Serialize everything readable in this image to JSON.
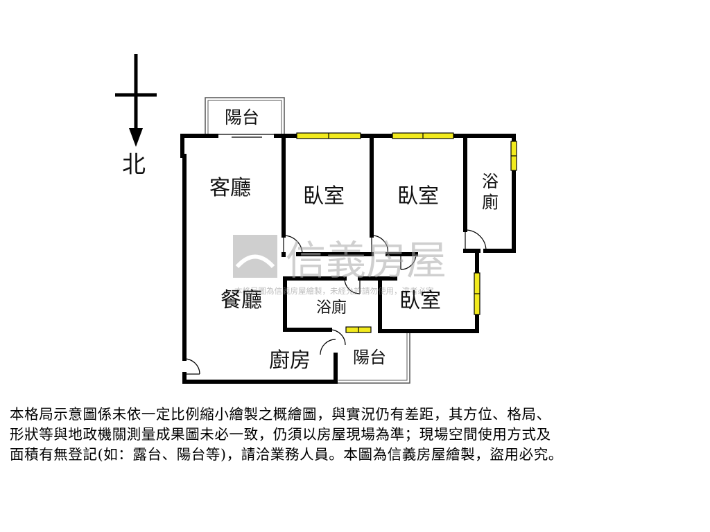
{
  "compass": {
    "north_label": "北"
  },
  "rooms": {
    "balcony_top": "陽台",
    "living_room": "客廳",
    "bedroom_1": "臥室",
    "bedroom_2": "臥室",
    "bathroom_1_line1": "浴",
    "bathroom_1_line2": "廁",
    "dining_room": "餐廳",
    "bathroom_2": "浴廁",
    "bedroom_3": "臥室",
    "kitchen": "廚房",
    "balcony_bottom": "陽台"
  },
  "watermark": {
    "brand": "信義房屋",
    "notice": "本格局圖為信義房屋繪製，未經允許請勿使用，違者必究"
  },
  "disclaimer": {
    "line1": "本格局示意圖係未依一定比例縮小繪製之概繪圖，與實況仍有差距，其方位、格局、",
    "line2": "形狀等與地政機關測量成果圖未必一致，仍須以房屋現場為準；現場空間使用方式及",
    "line3": "面積有無登記(如：露台、陽台等)，請洽業務人員。本圖為信義房屋繪製，盜用必究。"
  },
  "colors": {
    "wall": "#000000",
    "window": "#f2ea1e",
    "watermark": "#9a9a9a"
  }
}
